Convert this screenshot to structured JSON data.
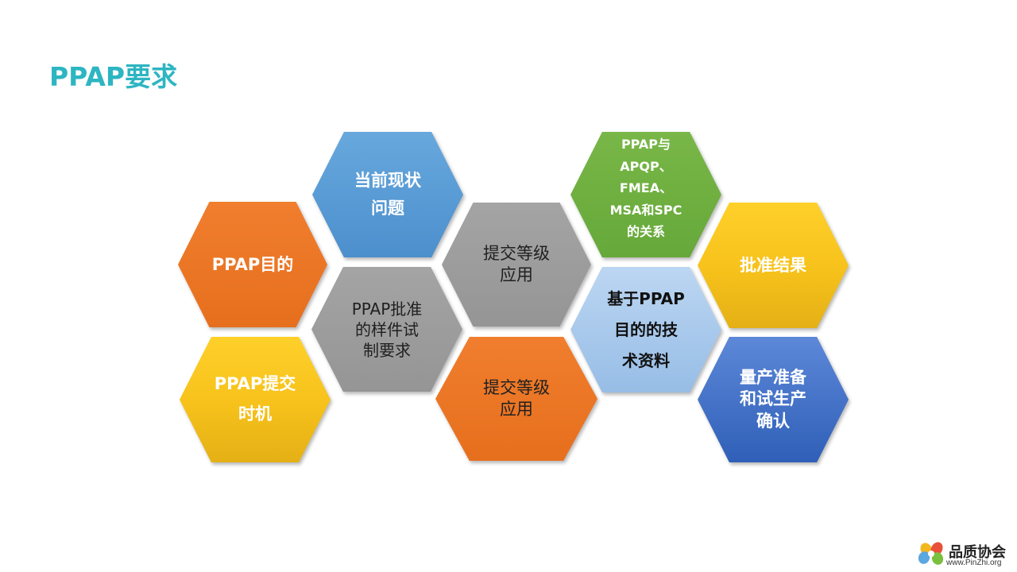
{
  "slide": {
    "title": "PPAP要求"
  },
  "hexagons": [
    {
      "id": "purpose",
      "label": "PPAP目的",
      "color": "#ee7b2b"
    },
    {
      "id": "current",
      "label": "当前现状\n问题",
      "color": "#5b9bd5"
    },
    {
      "id": "sample",
      "label": "PPAP批准\n的样件试\n制要求",
      "color": "#9e9e9e"
    },
    {
      "id": "timing",
      "label": "PPAP提交\n时机",
      "color": "#f9c21c"
    },
    {
      "id": "level-top",
      "label": "提交等级\n应用",
      "color": "#9e9e9e"
    },
    {
      "id": "level-bottom",
      "label": "提交等级\n应用",
      "color": "#ee7b2b"
    },
    {
      "id": "relation",
      "label": "PPAP与\nAPQP、\nFMEA、\nMSA和SPC\n的关系",
      "color": "#70ad47"
    },
    {
      "id": "technical",
      "label": "基于PPAP\n目的的技\n术资料",
      "color": "#a9c9ec"
    },
    {
      "id": "result",
      "label": "批准结果",
      "color": "#f9c21c"
    },
    {
      "id": "confirm",
      "label": "量产准备\n和试生产\n确认",
      "color": "#3d6fc8"
    }
  ],
  "footer_logo": {
    "name": "品质协会",
    "url": "www.PinZhi.org"
  }
}
